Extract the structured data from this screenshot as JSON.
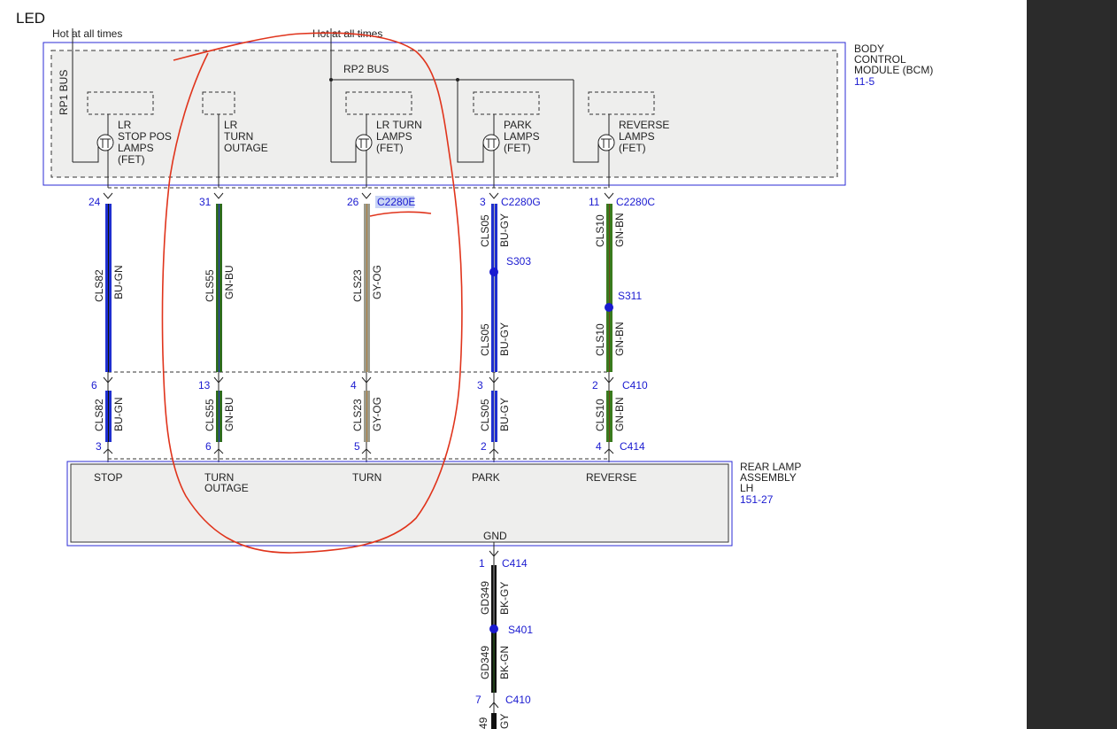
{
  "title": "LED",
  "hot_label_1": "Hot at all times",
  "hot_label_2": "Hot at all times",
  "bcm": {
    "name_lines": [
      "BODY",
      "CONTROL",
      "MODULE (BCM)"
    ],
    "ref": "11-5",
    "rp1": "RP1 BUS",
    "rp2": "RP2 BUS"
  },
  "switches": [
    {
      "lines": [
        "LR",
        "STOP POS",
        "LAMPS",
        "(FET)"
      ]
    },
    {
      "lines": [
        "LR",
        "TURN",
        "OUTAGE"
      ]
    },
    {
      "lines": [
        "LR TURN",
        "LAMPS",
        "(FET)"
      ]
    },
    {
      "lines": [
        "PARK",
        "LAMPS",
        "(FET)"
      ]
    },
    {
      "lines": [
        "REVERSE",
        "LAMPS",
        "(FET)"
      ]
    }
  ],
  "circuits": [
    {
      "pin_top": "24",
      "pin_mid": "6",
      "pin_bot": "3",
      "circuit": "CLS82",
      "color": "BU-GN",
      "wire_color": "#1f2fd0",
      "stripe": "#1a1a1a",
      "load": "STOP"
    },
    {
      "pin_top": "31",
      "pin_mid": "13",
      "pin_bot": "6",
      "circuit": "CLS55",
      "color": "GN-BU",
      "wire_color": "#2e6b1f",
      "stripe": "#2a36c8",
      "load_lines": [
        "TURN",
        "OUTAGE"
      ]
    },
    {
      "pin_top": "26",
      "pin_mid": "4",
      "pin_bot": "5",
      "circuit": "CLS23",
      "color": "GY-OG",
      "wire_color": "#9a9a8c",
      "stripe": "#9a7a4a",
      "load": "TURN",
      "connector_top": "C2280E"
    },
    {
      "pin_top": "3",
      "pin_mid": "3",
      "pin_bot": "2",
      "circuit": "CLS05",
      "color": "BU-GY",
      "wire_color": "#1f2fd0",
      "stripe": "#999",
      "load": "PARK",
      "connector_top": "C2280G",
      "splice": "S303"
    },
    {
      "pin_top": "11",
      "pin_mid": "2",
      "pin_bot": "4",
      "circuit": "CLS10",
      "color": "GN-BN",
      "wire_color": "#3a7a1e",
      "stripe": "#6b4a1a",
      "load": "REVERSE",
      "connector_top": "C2280C",
      "splice": "S311",
      "connector_mid": "C410",
      "connector_bot": "C414"
    }
  ],
  "rear_lamp": {
    "name_lines": [
      "REAR LAMP",
      "ASSEMBLY",
      "LH"
    ],
    "ref": "151-27",
    "gnd": "GND"
  },
  "ground": {
    "pin1": "1",
    "connector1": "C414",
    "circuit": "GD349",
    "color1": "BK-GY",
    "splice": "S401",
    "color2": "BK-GN",
    "pin2": "7",
    "connector2": "C410",
    "cut_circuit": "49",
    "cut_color": "GY"
  },
  "annotation_color": "#e0341c"
}
